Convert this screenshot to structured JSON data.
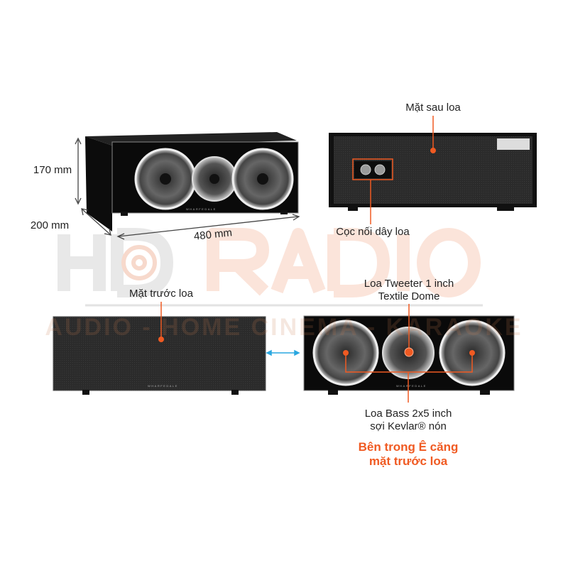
{
  "watermark": {
    "logo_left": "HD",
    "logo_right": "RADIO",
    "tagline": "AUDIO - HOME CINEMA - KARAOKE"
  },
  "brand_on_speaker": "WHARFEDALE",
  "dimensions": {
    "height": "170 mm",
    "depth": "200 mm",
    "width": "480 mm"
  },
  "back_view": {
    "title": "Mặt sau loa",
    "terminal_label": "Cọc nối dây loa"
  },
  "front_grille_view": {
    "title": "Mặt trước loa"
  },
  "driver_view": {
    "tweeter_line1": "Loa Tweeter 1 inch",
    "tweeter_line2": "Textile Dome",
    "bass_line1": "Loa Bass 2x5 inch",
    "bass_line2": "sợi Kevlar® nón",
    "note_line1": "Bên trong Ê căng",
    "note_line2": "mặt trước loa"
  },
  "colors": {
    "accent": "#f05a22",
    "arrow_blue": "#2aa7e0",
    "cabinet": "#111111"
  }
}
